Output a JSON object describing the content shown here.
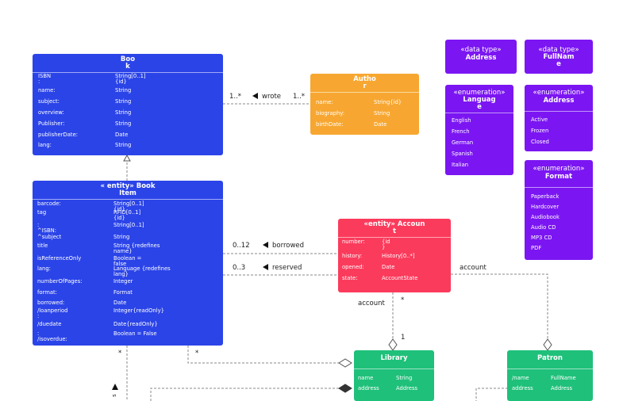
{
  "book": {
    "title": "Boo\nk",
    "attrs": [
      {
        "name": "ISBN\n:",
        "type": "String[0..1]\n{id}"
      },
      {
        "name": "name:",
        "type": "String"
      },
      {
        "name": "subject:",
        "type": "String"
      },
      {
        "name": "overview:",
        "type": "String"
      },
      {
        "name": "Publisher:",
        "type": "String"
      },
      {
        "name": "publisherDate:",
        "type": "Date"
      },
      {
        "name": "lang:",
        "type": "String"
      }
    ]
  },
  "author": {
    "title": "Autho\nr",
    "attrs": [
      {
        "name": "name:",
        "type": "String{id}"
      },
      {
        "name": "biography:",
        "type": "String"
      },
      {
        "name": "birthDate:",
        "type": "Date"
      }
    ]
  },
  "book_item": {
    "title": "« entity» Book\nItem",
    "attrs": [
      {
        "name": "barcode:",
        "type": "String[0..1]\n{id}"
      },
      {
        "name": "tag",
        "type": "RFID[0..1]\n{id}"
      },
      {
        "name": ":\n^ISBN:",
        "type": "String[0..1]"
      },
      {
        "name": "^subject",
        "type": "String"
      },
      {
        "name": "title",
        "type": "String {redefines\nname}"
      },
      {
        "name": "isReferenceOnly",
        "type": "Boolean =\nfalse"
      },
      {
        "name": "lang:",
        "type": "Language {redefines\nlang}"
      },
      {
        "name": "numberOfPages:",
        "type": "Integer"
      },
      {
        "name": "format:",
        "type": "Format"
      },
      {
        "name": "borrowed:",
        "type": "Date"
      },
      {
        "name": "/loanperiod\n:",
        "type": "Integer{readOnly}"
      },
      {
        "name": "/duedate",
        "type": "Date{readOnly}"
      },
      {
        "name": ":\n/isoverdue:",
        "type": "Boolean = False"
      }
    ]
  },
  "account": {
    "title": "«entity» Accoun\nt",
    "attrs": [
      {
        "name": "number:",
        "type": "{id\n}"
      },
      {
        "name": "history:",
        "type": "History[0..*]"
      },
      {
        "name": "opened:",
        "type": "Date"
      },
      {
        "name": "state:",
        "type": "AccountState"
      }
    ]
  },
  "library": {
    "title": "Library",
    "attrs": [
      {
        "name": "name",
        "type": "String"
      },
      {
        "name": "address",
        "type": "Address"
      }
    ]
  },
  "patron": {
    "title": "Patron",
    "attrs": [
      {
        "name": "/name",
        "type": "FullName"
      },
      {
        "name": "address",
        "type": "Address"
      }
    ]
  },
  "dt_address": {
    "stereo": "«data type»",
    "name": "Address"
  },
  "dt_fullname": {
    "stereo": "«data type»",
    "name": "FullNam\ne"
  },
  "enum_language": {
    "stereo": "«enumeration»",
    "name": "Languag\ne",
    "literals": [
      "English",
      "French",
      "German",
      "Spanish",
      "Italian"
    ]
  },
  "enum_address": {
    "stereo": "«enumeration»",
    "name": "Address",
    "literals": [
      "Active",
      "Frozen",
      "Closed"
    ]
  },
  "enum_format": {
    "stereo": "«enumeration»",
    "name": "Format",
    "literals": [
      "Paperback",
      "Hardcover",
      "Audiobook",
      "Audio CD",
      "MP3 CD",
      "PDF"
    ]
  },
  "labels": {
    "wrote_left_mult": "1..*",
    "wrote": "wrote",
    "wrote_right_mult": "1..*",
    "borrowed_mult": "0..12",
    "borrowed": "borrowed",
    "reserved_mult": "0..3",
    "reserved": "reserved",
    "account_right": "account",
    "account_below": "account",
    "star_account": "*",
    "one_library": "1",
    "star_bookitem_a": "*",
    "star_bookitem_b": "*",
    "cut_text": "s"
  },
  "colors": {
    "class_blue": "#2b44e8",
    "author_orange": "#f7a731",
    "datatype_purple": "#7b16f2",
    "account_red": "#fb3b5c",
    "library_green": "#1fc07a"
  }
}
